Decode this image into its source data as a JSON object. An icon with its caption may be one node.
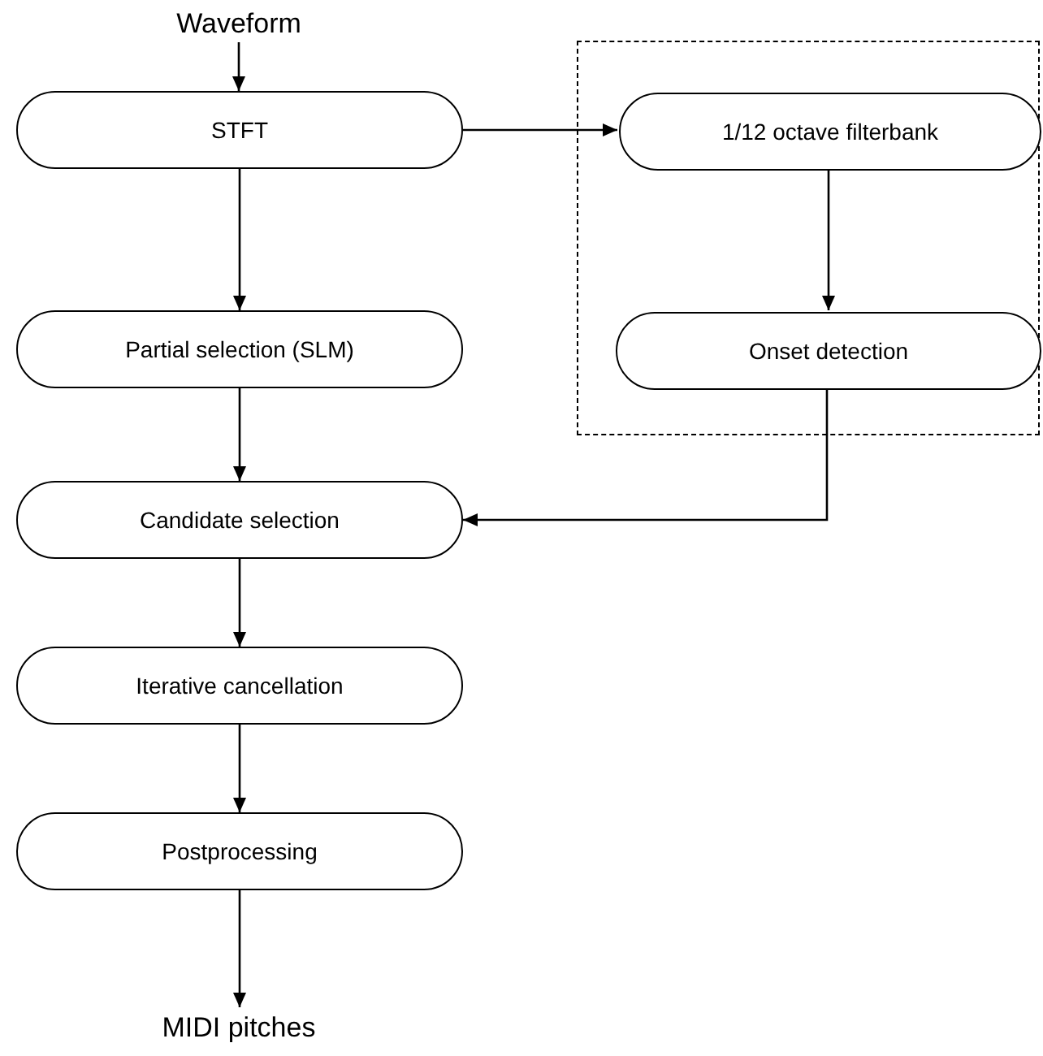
{
  "diagram": {
    "nodes": [
      {
        "text": [
          "Waveform"
        ]
      },
      {
        "text": [
          "STFT"
        ]
      },
      {
        "text": [],
        "shape": "box"
      },
      {
        "text": [
          "1/12 octave filterbank"
        ],
        "in": 2
      },
      {
        "text": [
          "Partial selection (SLM)"
        ]
      },
      {
        "text": [
          "Onset detection"
        ],
        "in": 2
      },
      {
        "text": [
          "Candidate selection"
        ]
      },
      {
        "text": [
          "Iterative cancellation"
        ]
      },
      {
        "text": [
          "Postprocessing"
        ]
      },
      {
        "text": [
          "MIDI pitches"
        ]
      }
    ],
    "edges": [
      {
        "from": 0,
        "to": 1,
        "arrow": "to"
      },
      {
        "from": 1,
        "to": 3,
        "arrow": "to"
      },
      {
        "from": 1,
        "to": 4,
        "arrow": "to"
      },
      {
        "from": 3,
        "to": 5,
        "arrow": "to"
      },
      {
        "from": 4,
        "to": 6,
        "arrow": "to"
      },
      {
        "from": 5,
        "to": 6,
        "arrow": "to"
      },
      {
        "from": 6,
        "to": 7,
        "arrow": "to"
      },
      {
        "from": 7,
        "to": 8,
        "arrow": "to"
      },
      {
        "from": 8,
        "to": 9,
        "arrow": "to"
      }
    ]
  }
}
